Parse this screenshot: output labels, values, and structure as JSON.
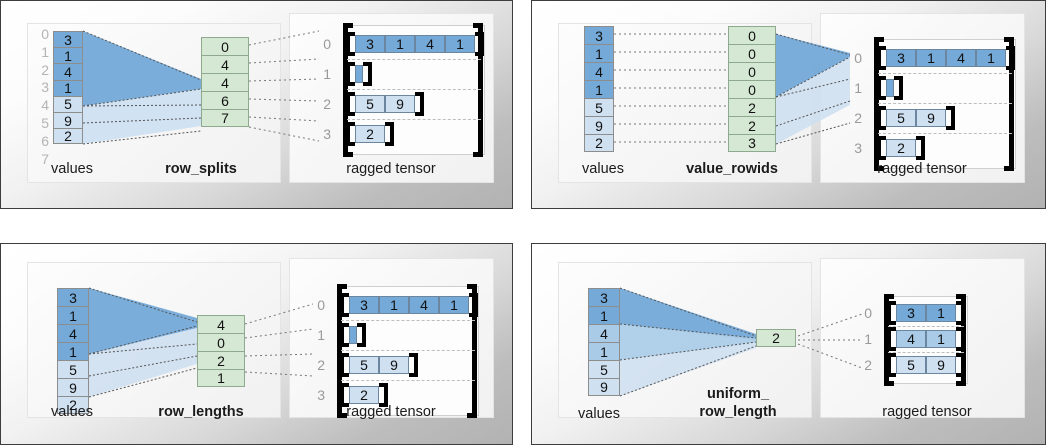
{
  "colors": {
    "value_dark": "#74a9d8",
    "value_mid": "#a9cbe8",
    "value_light": "#cfe0f1",
    "key_green": "#d5e8d4",
    "key_green_border": "#8fa98e",
    "cell_border": "#8d8d8d",
    "bracket": "#000000",
    "index_gray": "#b4b4b4",
    "rowlabel_gray": "#9a9a9a",
    "panel_border": "#3d3d3d",
    "dash_gray": "#bdbdbd"
  },
  "panels": [
    {
      "id": "row-splits",
      "values_label": "values",
      "key_label": "row_splits",
      "tensor_label": "ragged tensor",
      "values": [
        "3",
        "1",
        "4",
        "1",
        "5",
        "9",
        "2"
      ],
      "value_shades": [
        "dark",
        "dark",
        "dark",
        "dark",
        "light",
        "light",
        "light"
      ],
      "value_indices": [
        "0",
        "1",
        "2",
        "3",
        "4",
        "5",
        "6",
        "7"
      ],
      "show_indices": true,
      "key_values": [
        "0",
        "4",
        "4",
        "6",
        "7"
      ],
      "tensor_row_labels": [
        "0",
        "1",
        "2",
        "3"
      ],
      "tensor_rows": [
        {
          "cells": [
            "3",
            "1",
            "4",
            "1"
          ],
          "shade": "dark"
        },
        {
          "cells": [],
          "shade": "dark"
        },
        {
          "cells": [
            "5",
            "9"
          ],
          "shade": "light"
        },
        {
          "cells": [
            "2"
          ],
          "shade": "light"
        }
      ]
    },
    {
      "id": "value-rowids",
      "values_label": "values",
      "key_label": "value_rowids",
      "tensor_label": "ragged tensor",
      "values": [
        "3",
        "1",
        "4",
        "1",
        "5",
        "9",
        "2"
      ],
      "value_shades": [
        "dark",
        "dark",
        "dark",
        "dark",
        "light",
        "light",
        "light"
      ],
      "value_indices": [],
      "show_indices": false,
      "key_values": [
        "0",
        "0",
        "0",
        "0",
        "2",
        "2",
        "3"
      ],
      "tensor_row_labels": [
        "0",
        "1",
        "2",
        "3"
      ],
      "tensor_rows": [
        {
          "cells": [
            "3",
            "1",
            "4",
            "1"
          ],
          "shade": "dark"
        },
        {
          "cells": [],
          "shade": "dark"
        },
        {
          "cells": [
            "5",
            "9"
          ],
          "shade": "light"
        },
        {
          "cells": [
            "2"
          ],
          "shade": "light"
        }
      ]
    },
    {
      "id": "row-lengths",
      "values_label": "values",
      "key_label": "row_lengths",
      "tensor_label": "ragged tensor",
      "values": [
        "3",
        "1",
        "4",
        "1",
        "5",
        "9",
        "2"
      ],
      "value_shades": [
        "dark",
        "dark",
        "dark",
        "dark",
        "light",
        "light",
        "light"
      ],
      "value_indices": [],
      "show_indices": false,
      "key_values": [
        "4",
        "0",
        "2",
        "1"
      ],
      "tensor_row_labels": [
        "0",
        "1",
        "2",
        "3"
      ],
      "tensor_rows": [
        {
          "cells": [
            "3",
            "1",
            "4",
            "1"
          ],
          "shade": "dark"
        },
        {
          "cells": [],
          "shade": "dark"
        },
        {
          "cells": [
            "5",
            "9"
          ],
          "shade": "light"
        },
        {
          "cells": [
            "2"
          ],
          "shade": "light"
        }
      ]
    },
    {
      "id": "uniform-row-length",
      "values_label": "values",
      "key_label": "uniform_\nrow_length",
      "key_label_line1": "uniform_",
      "key_label_line2": "row_length",
      "tensor_label": "ragged tensor",
      "values": [
        "3",
        "1",
        "4",
        "1",
        "5",
        "9"
      ],
      "value_shades": [
        "dark",
        "dark",
        "mid",
        "mid",
        "light",
        "light"
      ],
      "value_indices": [],
      "show_indices": false,
      "key_values": [
        "2"
      ],
      "tensor_row_labels": [
        "0",
        "1",
        "2"
      ],
      "tensor_rows": [
        {
          "cells": [
            "3",
            "1"
          ],
          "shade": "dark"
        },
        {
          "cells": [
            "4",
            "1"
          ],
          "shade": "mid"
        },
        {
          "cells": [
            "5",
            "9"
          ],
          "shade": "light"
        }
      ]
    }
  ]
}
